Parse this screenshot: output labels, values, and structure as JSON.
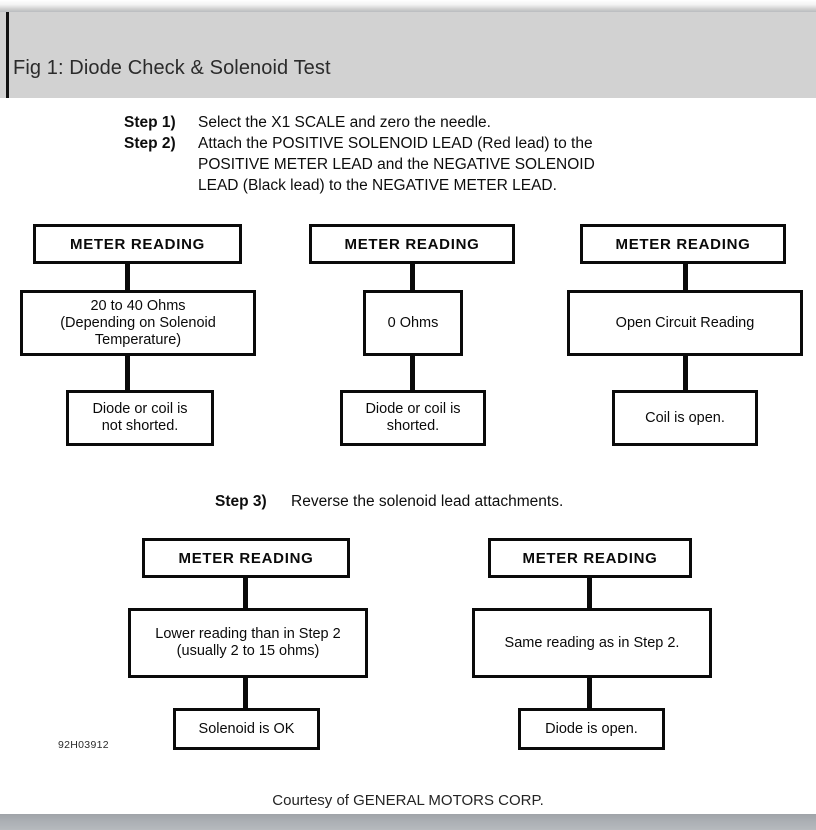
{
  "header": {
    "title": "Fig 1: Diode Check & Solenoid Test"
  },
  "steps": [
    {
      "key": "Step 1)",
      "lines": [
        "Select the X1 SCALE and zero the needle."
      ]
    },
    {
      "key": "Step 2)",
      "lines": [
        "Attach the POSITIVE SOLENOID LEAD (Red lead) to the",
        "POSITIVE METER LEAD and the NEGATIVE SOLENOID",
        "LEAD (Black lead) to the NEGATIVE METER LEAD."
      ]
    }
  ],
  "step3": {
    "key": "Step 3)",
    "text": "Reverse the solenoid lead attachments."
  },
  "flow_top": {
    "columns": [
      {
        "head": "METER READING",
        "reading_lines": [
          "20 to 40 Ohms",
          "(Depending on Solenoid",
          "Temperature)"
        ],
        "result_lines": [
          "Diode or coil is",
          "not shorted."
        ]
      },
      {
        "head": "METER READING",
        "reading_lines": [
          "0 Ohms"
        ],
        "result_lines": [
          "Diode or coil is",
          "shorted."
        ]
      },
      {
        "head": "METER READING",
        "reading_lines": [
          "Open Circuit Reading"
        ],
        "result_lines": [
          "Coil is open."
        ]
      }
    ]
  },
  "flow_bottom": {
    "columns": [
      {
        "head": "METER READING",
        "reading_lines": [
          "Lower reading than in Step 2",
          "(usually 2 to 15 ohms)"
        ],
        "result_lines": [
          "Solenoid is OK"
        ]
      },
      {
        "head": "METER READING",
        "reading_lines": [
          "Same reading as in Step 2."
        ],
        "result_lines": [
          "Diode is open."
        ]
      }
    ]
  },
  "footer": {
    "part_number": "92H03912",
    "courtesy": "Courtesy of GENERAL MOTORS CORP."
  },
  "colors": {
    "header_bg": "#d2d2d2",
    "ink": "#0a0a0a",
    "page_bg": "#ffffff"
  }
}
